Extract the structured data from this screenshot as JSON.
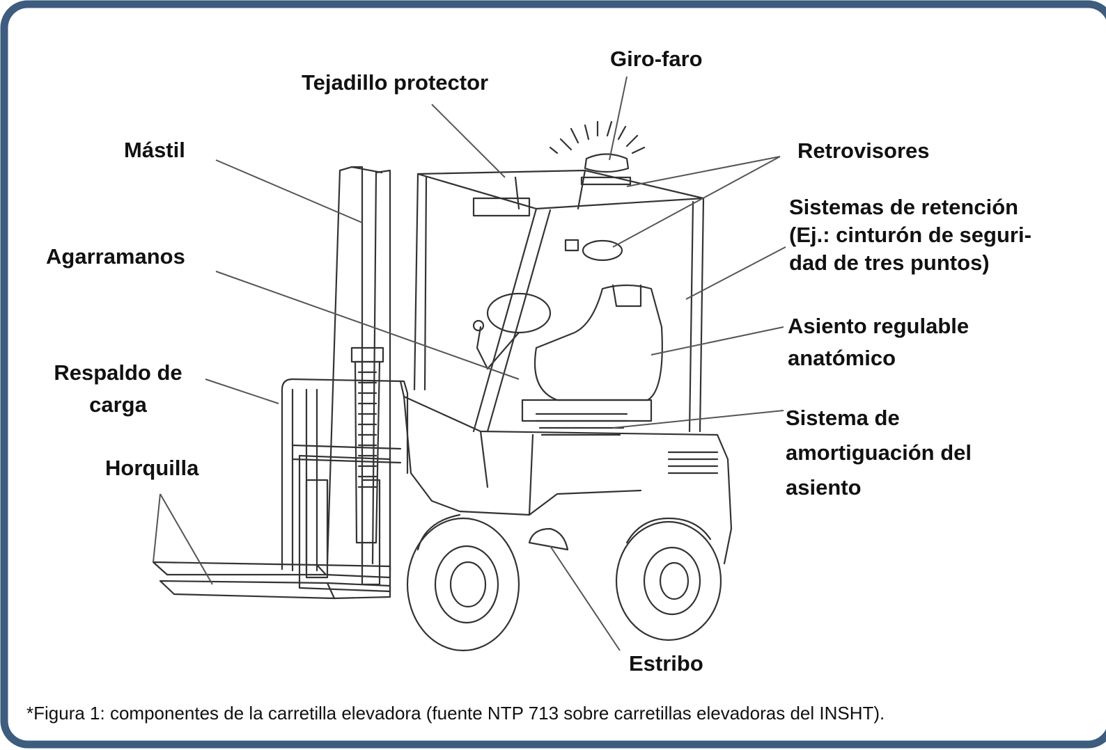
{
  "labels": {
    "giro_faro": "Giro-faro",
    "tejadillo": "Tejadillo protector",
    "mastil": "Mástil",
    "retrovisores": "Retrovisores",
    "sistemas_retencion": [
      "Sistemas de retención",
      "(Ej.: cinturón de seguri-",
      "dad de tres puntos)"
    ],
    "agarramanos": "Agarramanos",
    "asiento": [
      "Asiento regulable",
      "anatómico"
    ],
    "respaldo": [
      "Respaldo de",
      "carga"
    ],
    "amortiguacion": [
      "Sistema de",
      "amortiguación del",
      "asiento"
    ],
    "horquilla": "Horquilla",
    "estribo": "Estribo"
  },
  "caption": "*Figura 1: componentes de la carretilla elevadora (fuente  NTP 713 sobre carretillas elevadoras del INSHT).",
  "colors": {
    "frame": "#3d5c7e",
    "line": "#333333",
    "text": "#111111"
  }
}
